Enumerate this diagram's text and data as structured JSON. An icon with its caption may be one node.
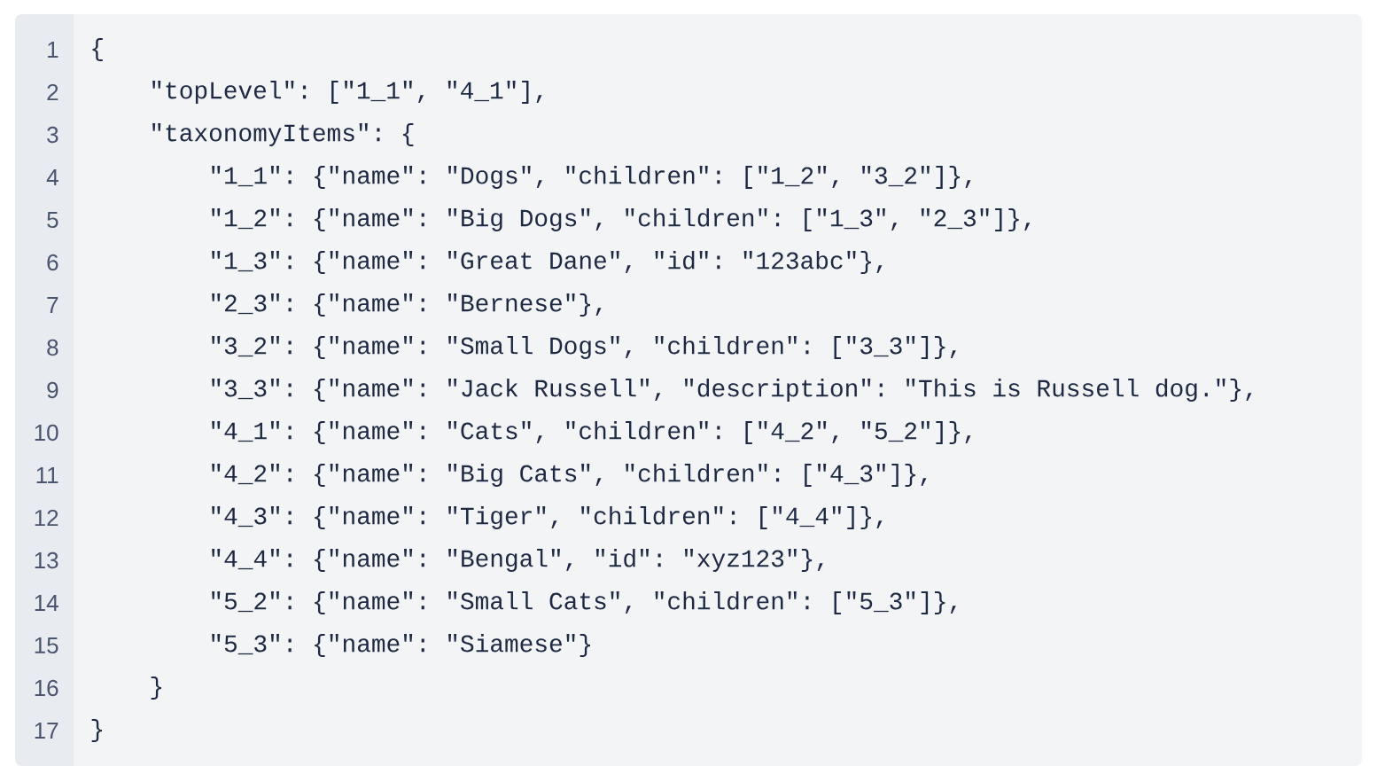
{
  "diagram": {
    "labels": [
      "1",
      "{",
      "2",
      "\"topLevel\": [\"1_1\", \"4_1\"],",
      "3",
      "\"taxonomyItems\": {",
      "4",
      "\"1_1\": {\"name\": \"Dogs\", \"children\": [\"1_2\", \"3_2\"]},",
      "5",
      "\"1_2\": {\"name\": \"Big Dogs\", \"children\": [\"1_3\", \"2_3\"]},",
      "6",
      "\"1_3\": {\"name\": \"Great Dane\", \"id\": \"123abc\"},",
      "7",
      "\"2_3\": {\"name\": \"Bernese\"},",
      "8",
      "\"3_2\": {\"name\": \"Small Dogs\", \"children\": [\"3_3\"]},",
      "9",
      "\"3_3\": {\"name\": \"Jack Russell\", \"description\": \"This is Russell dog.\"},",
      "10",
      "\"4_1\": {\"name\": \"Cats\", \"children\": [\"4_2\", \"5_2\"]},",
      "11",
      "\"4_2\": {\"name\": \"Big Cats\", \"children\": [\"4_3\"]},",
      "12",
      "\"4_3\": {\"name\": \"Tiger\", \"children\": [\"4_4\"]},",
      "13",
      "\"4_4\": {\"name\": \"Bengal\", \"id\": \"xyz123\"},",
      "14",
      "\"5_2\": {\"name\": \"Small Cats\", \"children\": [\"5_3\"]},",
      "15",
      "\"5_3\": {\"name\": \"Siamese\"}",
      "16",
      "}",
      "17",
      "}"
    ]
  }
}
